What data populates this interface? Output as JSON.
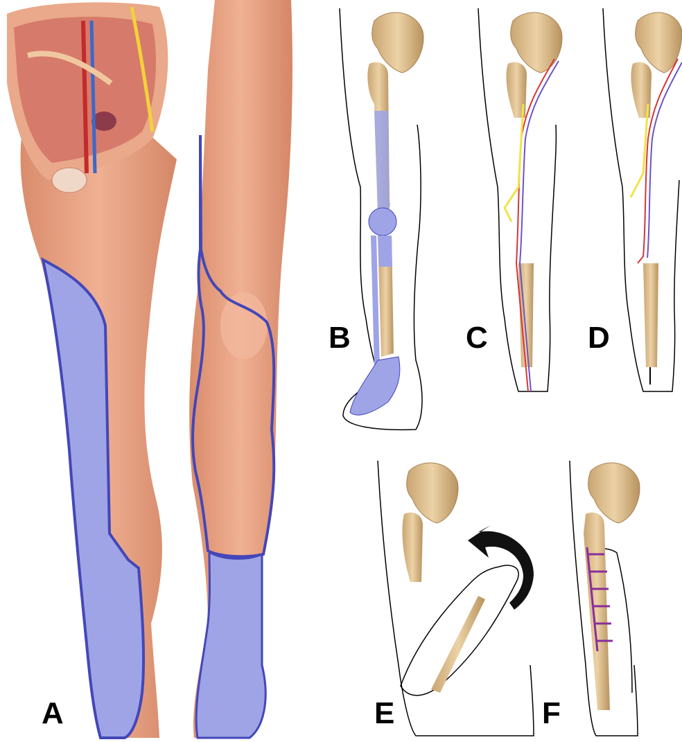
{
  "panels": {
    "a": {
      "label": "A"
    },
    "b": {
      "label": "B"
    },
    "c": {
      "label": "C"
    },
    "d": {
      "label": "D"
    },
    "e": {
      "label": "E"
    },
    "f": {
      "label": "F"
    }
  },
  "colors": {
    "skin": "#e7a07f",
    "skin_shadow": "#c97d5e",
    "shaded_region": "#9ea4e6",
    "outline_blue": "#4347b8",
    "bone": "#e2c496",
    "bone_shadow": "#b7925f",
    "artery": "#d8343a",
    "vein": "#6a54c8",
    "nerve": "#f2e24a",
    "suture": "#8a2d9c",
    "outline": "#000000"
  },
  "icons": {
    "rotation_arrow": "curved-arrow-icon"
  }
}
